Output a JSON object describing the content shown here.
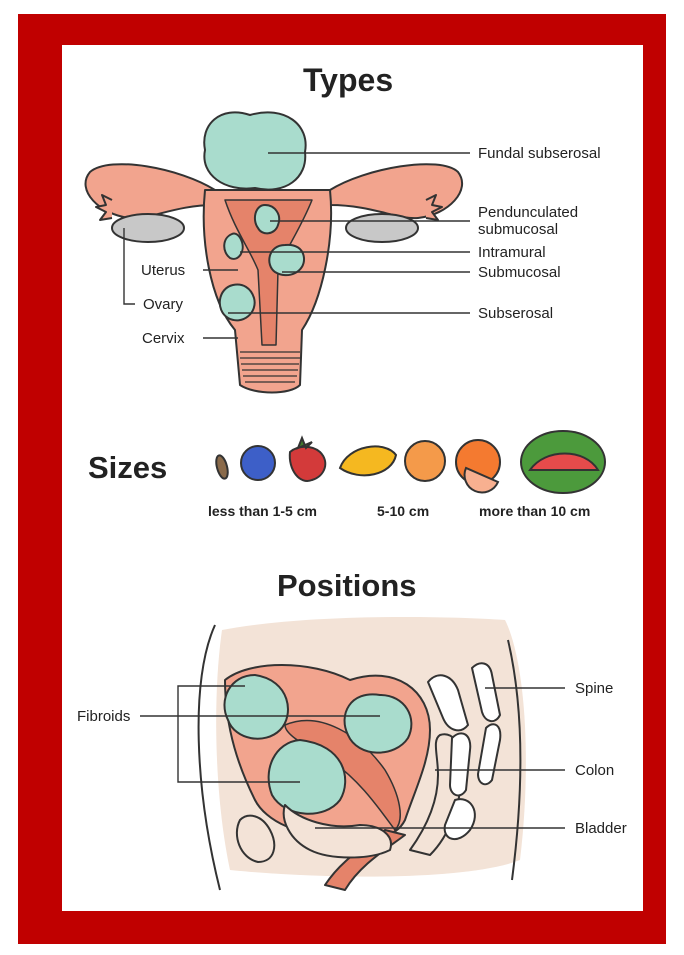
{
  "headings": {
    "types": "Types",
    "sizes": "Sizes",
    "positions": "Positions"
  },
  "types": {
    "fundal_subserosal": "Fundal subserosal",
    "pedunculated_line1": "Pendunculated",
    "pedunculated_line2": "submucosal",
    "intramural": "Intramural",
    "submucosal": "Submucosal",
    "subserosal": "Subserosal",
    "uterus": "Uterus",
    "ovary": "Ovary",
    "cervix": "Cervix"
  },
  "sizes": {
    "small": "less than 1-5 cm",
    "medium": "5-10 cm",
    "large": "more than 10 cm"
  },
  "positions": {
    "fibroids": "Fibroids",
    "spine": "Spine",
    "colon": "Colon",
    "bladder": "Bladder"
  },
  "colors": {
    "frame": "#c00000",
    "uterus": "#f2a48e",
    "uterus_dark": "#e5836a",
    "fibroid": "#a9dccd",
    "ovary": "#c8c8c8",
    "pelvis_bg": "#f3e3d7",
    "outline": "#333333"
  }
}
